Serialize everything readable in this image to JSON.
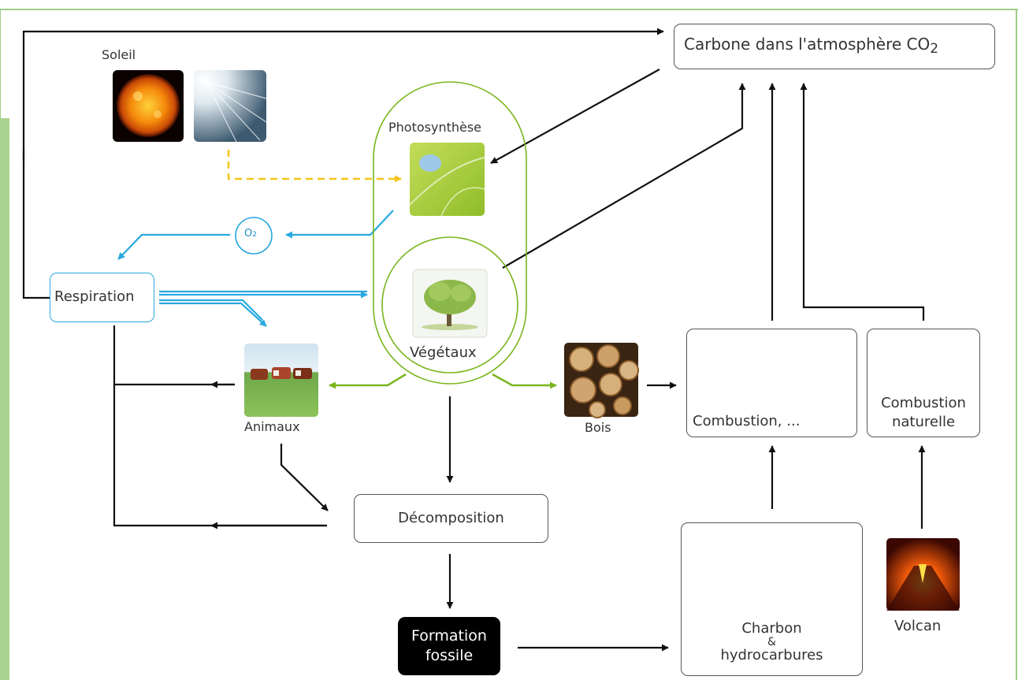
{
  "diagram": {
    "nodes": {
      "atmosphere": {
        "label": "Carbone dans l'atmosphère CO",
        "subscript": "2"
      },
      "soleil": {
        "label": "Soleil"
      },
      "photosynthese": {
        "label": "Photosynthèse"
      },
      "o2": {
        "label": "O",
        "subscript": "2"
      },
      "respiration": {
        "label": "Respiration"
      },
      "vegetaux": {
        "label": "Végétaux"
      },
      "animaux": {
        "label": "Animaux"
      },
      "bois": {
        "label": "Bois"
      },
      "combustion": {
        "label": "Combustion, ..."
      },
      "combustion_naturelle": {
        "label_line1": "Combustion",
        "label_line2": "naturelle"
      },
      "decomposition": {
        "label": "Décomposition"
      },
      "formation_fossile": {
        "label_line1": "Formation",
        "label_line2": "fossile"
      },
      "charbon": {
        "label_line1": "Charbon",
        "label_line2": "&",
        "label_line3": "hydrocarbures"
      },
      "volcan": {
        "label": "Volcan"
      }
    },
    "colors": {
      "carbon_flow": "#111111",
      "oxygen_flow": "#29a8e0",
      "plant_flow": "#7ab51d",
      "sunlight_flow": "#f5c518",
      "frame": "#9fcf86"
    }
  }
}
